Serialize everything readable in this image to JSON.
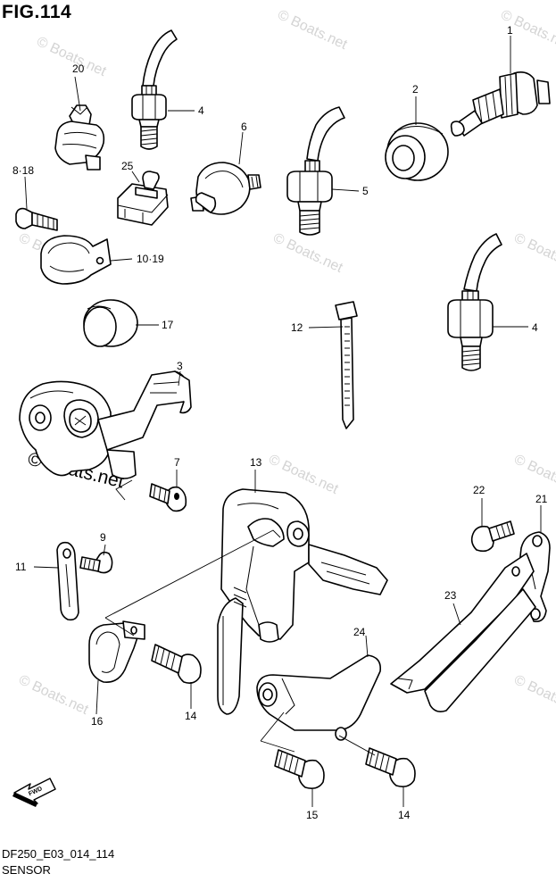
{
  "figure": {
    "title": "FIG.114",
    "code": "DF250_E03_014_114",
    "caption": "SENSOR"
  },
  "watermarks": {
    "small_text": "© Boats.net",
    "large_text": "© Boats.net"
  },
  "callouts": {
    "p1": "1",
    "p2": "2",
    "p3": "3",
    "p4a": "4",
    "p4b": "4",
    "p5": "5",
    "p6": "6",
    "p7": "7",
    "p8_18": "8·18",
    "p9": "9",
    "p10_19": "10·19",
    "p11": "11",
    "p12": "12",
    "p13": "13",
    "p14a": "14",
    "p14b": "14",
    "p15": "15",
    "p16": "16",
    "p17": "17",
    "p20": "20",
    "p21": "21",
    "p22": "22",
    "p23": "23",
    "p24": "24",
    "p25": "25",
    "fwd": "FWD"
  }
}
